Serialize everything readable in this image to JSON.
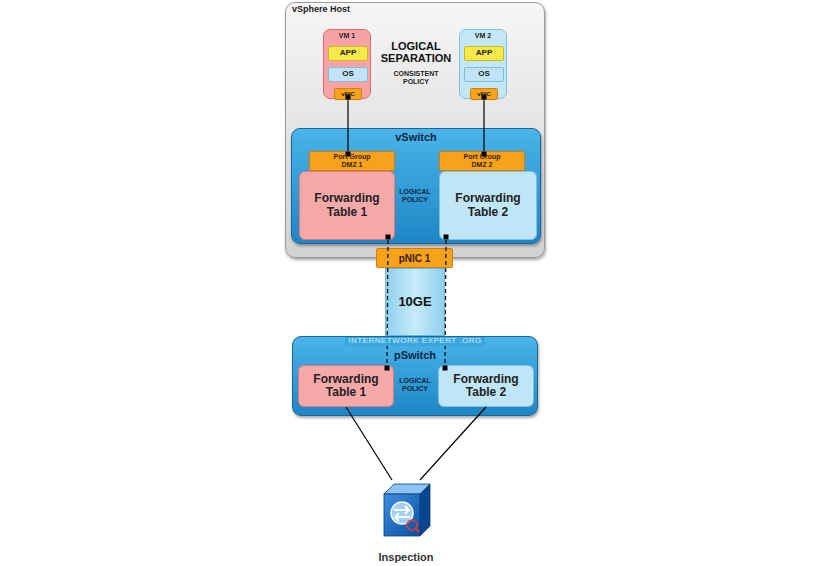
{
  "diagram": {
    "nodes": [
      {
        "text": [
          "vSphere Host"
        ]
      },
      {
        "text": [
          "VM 1"
        ],
        "in": 0
      },
      {
        "text": [
          "APP"
        ],
        "in": 1
      },
      {
        "text": [
          "OS"
        ],
        "in": 1
      },
      {
        "text": [
          "vNIC"
        ],
        "in": 1
      },
      {
        "text": [
          "VM 2"
        ],
        "in": 0
      },
      {
        "text": [
          "APP"
        ],
        "in": 5
      },
      {
        "text": [
          "OS"
        ],
        "in": 5
      },
      {
        "text": [
          "vNIC"
        ],
        "in": 5
      },
      {
        "text": [
          "vSwitch"
        ],
        "in": 0
      },
      {
        "text": [
          "Port Group DMZ 1"
        ],
        "in": 9
      },
      {
        "text": [
          "Forwarding Table 1"
        ],
        "in": 9
      },
      {
        "text": [
          "Port Group DMZ 2"
        ],
        "in": 9
      },
      {
        "text": [
          "Forwarding Table 2"
        ],
        "in": 9
      },
      {
        "text": [
          "pNIC 1"
        ]
      },
      {
        "text": [
          "10GE"
        ]
      },
      {
        "text": [
          "pSwitch"
        ]
      },
      {
        "text": [
          "Forwarding Table 1"
        ],
        "in": 16
      },
      {
        "text": [
          "Forwarding Table 2"
        ],
        "in": 16
      },
      {
        "text": [
          "Inspection"
        ]
      }
    ],
    "edges": [
      {
        "from": 4,
        "to": 10,
        "arrow": "none"
      },
      {
        "from": 8,
        "to": 12,
        "arrow": "none"
      },
      {
        "from": 11,
        "to": 17,
        "arrow": "none"
      },
      {
        "from": 13,
        "to": 18,
        "arrow": "none"
      },
      {
        "from": 17,
        "to": 19,
        "arrow": "none"
      },
      {
        "from": 18,
        "to": 19,
        "arrow": "none"
      }
    ],
    "labels": [
      "LOGICAL SEPARATION",
      "CONSISTENT POLICY",
      "LOGICAL POLICY",
      "INTERNETWORK EXPERT .ORG",
      "LOGICAL POLICY"
    ]
  }
}
